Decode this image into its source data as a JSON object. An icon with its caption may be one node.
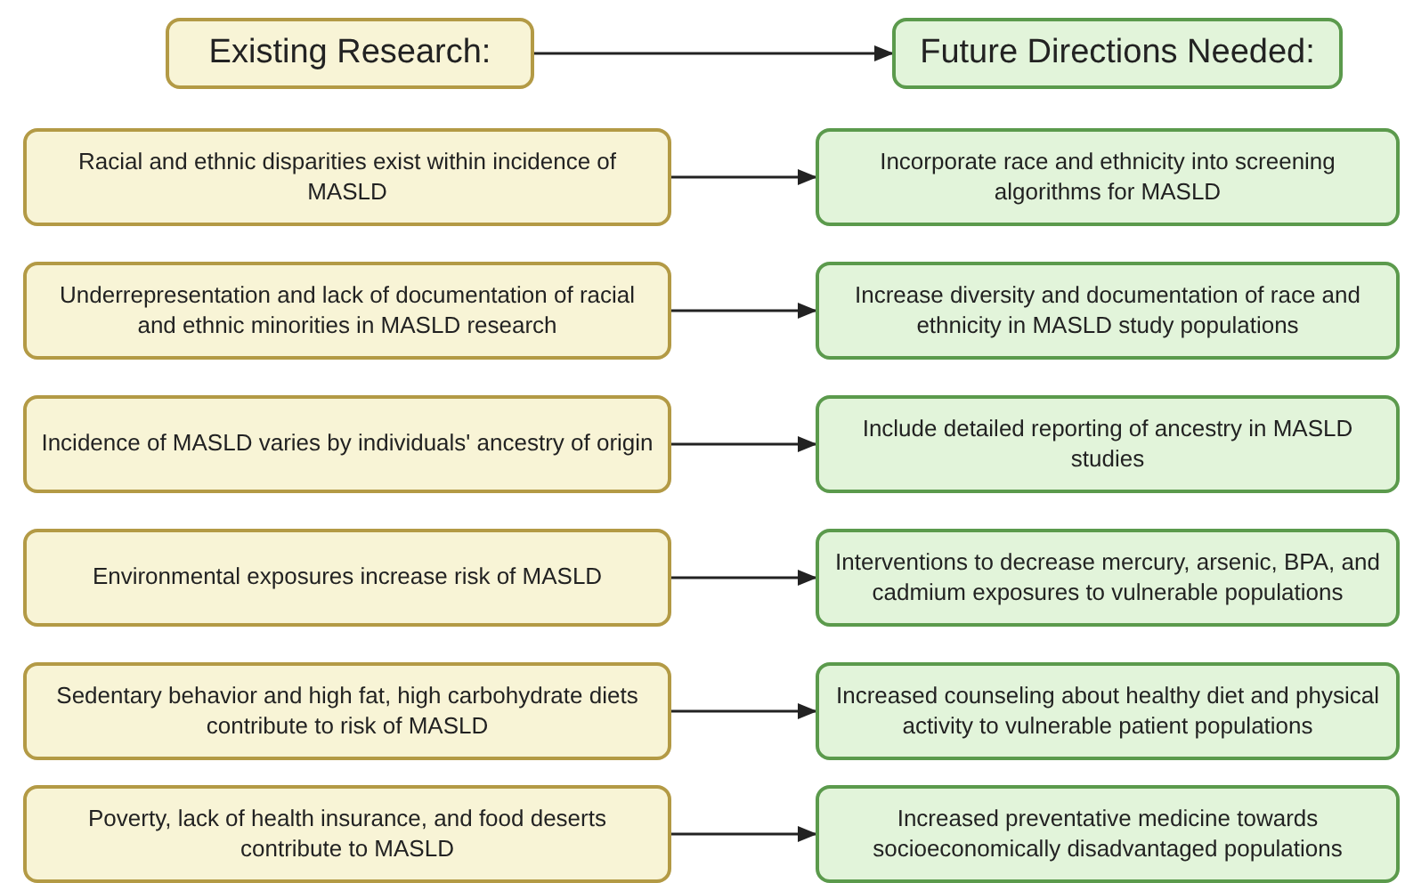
{
  "diagram": {
    "nodes": [
      {
        "text": [
          "Existing Research:"
        ]
      },
      {
        "text": [
          "Future Directions Needed:"
        ]
      },
      {
        "text": [
          "Racial and ethnic disparities exist within incidence of MASLD"
        ]
      },
      {
        "text": [
          "Incorporate race and ethnicity into screening algorithms for MASLD"
        ]
      },
      {
        "text": [
          "Underrepresentation and lack of documentation of racial and ethnic minorities in MASLD research"
        ]
      },
      {
        "text": [
          "Increase diversity and documentation of race and ethnicity in MASLD study populations"
        ]
      },
      {
        "text": [
          "Incidence of MASLD varies by individuals' ancestry of origin"
        ]
      },
      {
        "text": [
          "Include detailed reporting of ancestry in MASLD studies"
        ]
      },
      {
        "text": [
          "Environmental exposures increase risk of MASLD"
        ]
      },
      {
        "text": [
          "Interventions to decrease mercury, arsenic, BPA, and cadmium exposures to vulnerable populations"
        ]
      },
      {
        "text": [
          "Sedentary behavior and high fat, high carbohydrate diets contribute to risk of MASLD"
        ]
      },
      {
        "text": [
          "Increased counseling about healthy diet and physical activity to vulnerable patient populations"
        ]
      },
      {
        "text": [
          "Poverty, lack of health insurance, and food deserts contribute to MASLD"
        ]
      },
      {
        "text": [
          "Increased preventative medicine towards socioeconomically disadvantaged populations"
        ]
      }
    ],
    "edges": [
      {
        "from": 0,
        "to": 1,
        "arrow": "to"
      },
      {
        "from": 2,
        "to": 3,
        "arrow": "to"
      },
      {
        "from": 4,
        "to": 5,
        "arrow": "to"
      },
      {
        "from": 6,
        "to": 7,
        "arrow": "to"
      },
      {
        "from": 8,
        "to": 9,
        "arrow": "to"
      },
      {
        "from": 10,
        "to": 11,
        "arrow": "to"
      },
      {
        "from": 12,
        "to": 13,
        "arrow": "to"
      }
    ]
  }
}
